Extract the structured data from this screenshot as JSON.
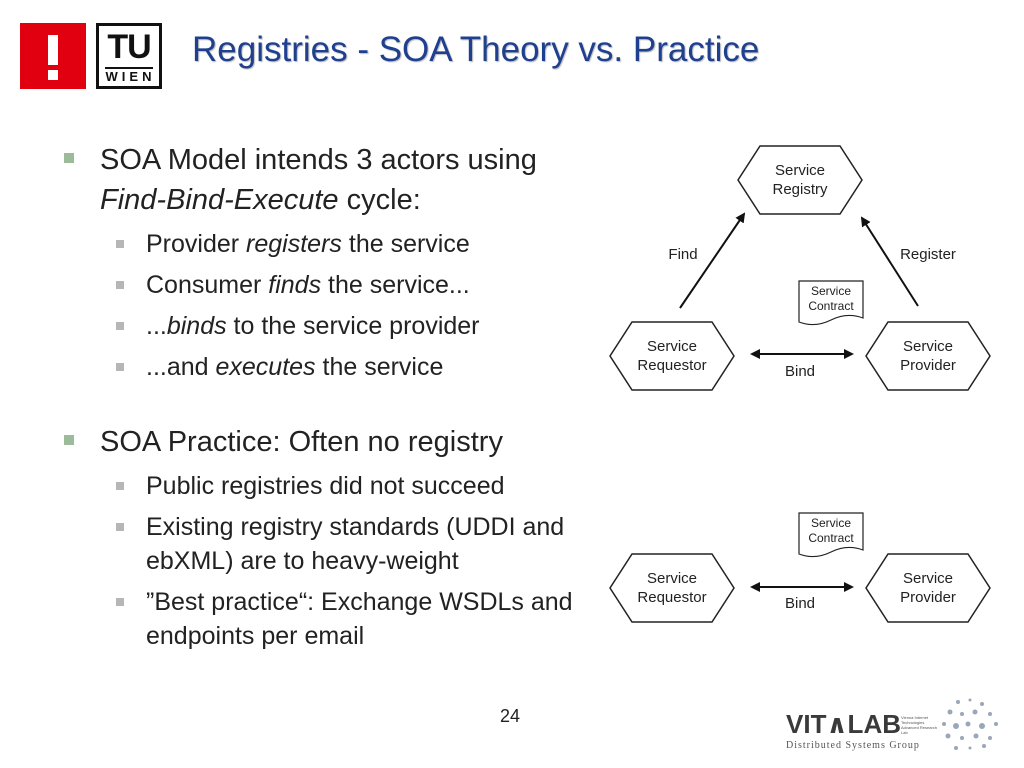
{
  "slide": {
    "title": "Registries - SOA Theory vs. Practice",
    "page_number": "24"
  },
  "logos": {
    "tu_text": "TU",
    "tu_city": "WIEN",
    "vitalab": "VIT∧LAB",
    "vitalab_tagline": "Vienna Internet Technologies Advanced Research Lab",
    "dsg": "Distributed Systems Group"
  },
  "bullets": [
    {
      "pre": "SOA Model intends 3 actors using ",
      "em": "Find-Bind-Execute",
      "post": " cycle:",
      "sub": [
        {
          "pre": "Provider ",
          "em": "registers",
          "post": " the service"
        },
        {
          "pre": "Consumer ",
          "em": "finds",
          "post": " the service..."
        },
        {
          "pre": "...",
          "em": "binds",
          "post": " to the service provider"
        },
        {
          "pre": "...and ",
          "em": "executes",
          "post": " the service"
        }
      ]
    },
    {
      "pre": "SOA Practice: Often no registry",
      "em": "",
      "post": "",
      "sub": [
        {
          "pre": "Public registries did not succeed",
          "em": "",
          "post": ""
        },
        {
          "pre": "Existing registry standards (UDDI and ebXML) are to heavy-weight",
          "em": "",
          "post": ""
        },
        {
          "pre": "”Best practice“: Exchange WSDLs and endpoints per email",
          "em": "",
          "post": ""
        }
      ]
    }
  ],
  "diagram_theory": {
    "registry": [
      "Service",
      "Registry"
    ],
    "requestor": [
      "Service",
      "Requestor"
    ],
    "provider": [
      "Service",
      "Provider"
    ],
    "contract": [
      "Service",
      "Contract"
    ],
    "find": "Find",
    "register": "Register",
    "bind": "Bind"
  },
  "diagram_practice": {
    "requestor": [
      "Service",
      "Requestor"
    ],
    "provider": [
      "Service",
      "Provider"
    ],
    "contract": [
      "Service",
      "Contract"
    ],
    "bind": "Bind"
  }
}
